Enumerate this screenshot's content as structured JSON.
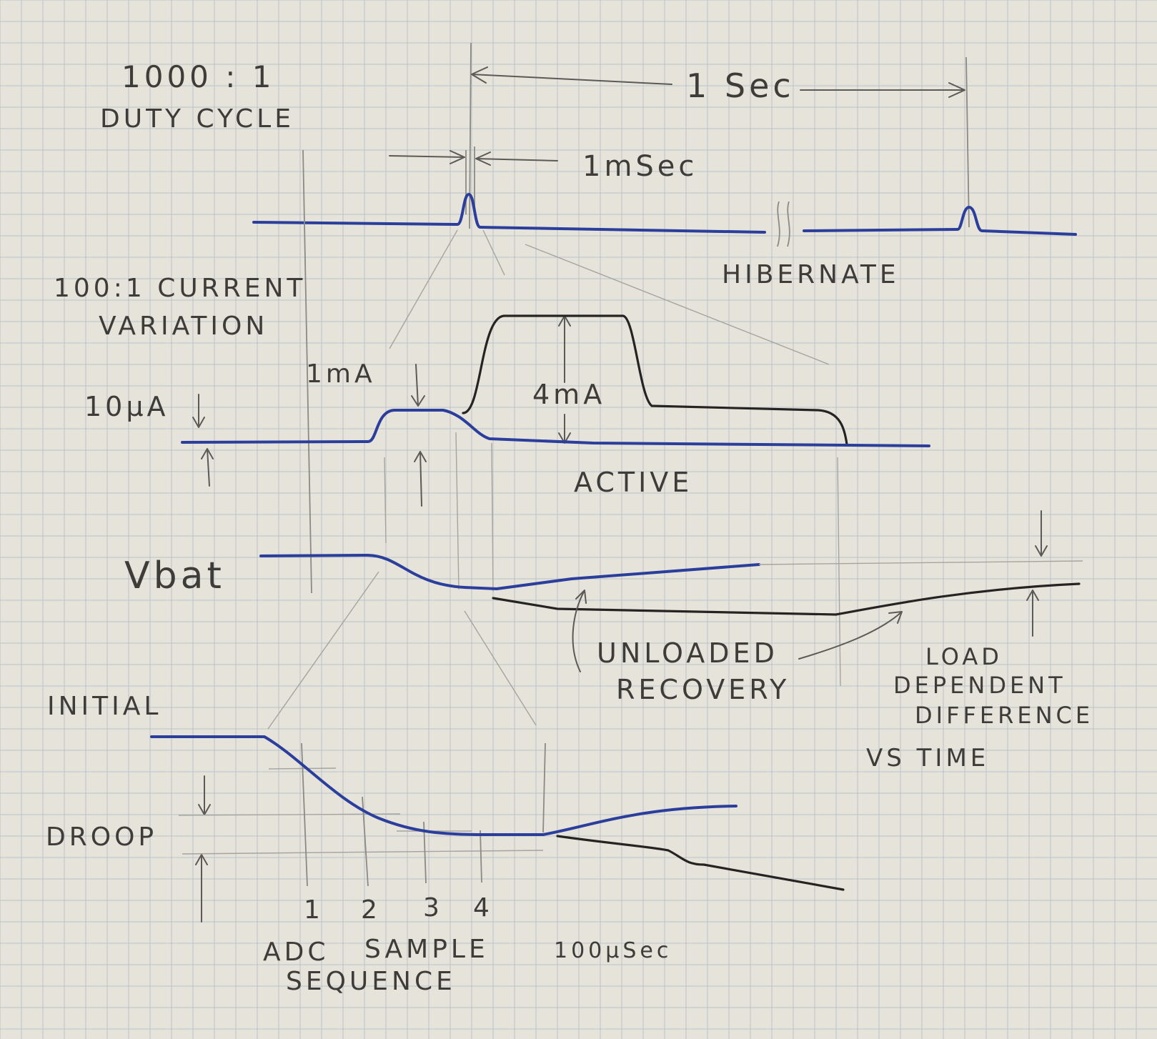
{
  "labels": {
    "ratio": "1000 : 1",
    "duty_cycle": "DUTY CYCLE",
    "one_sec": "1 Sec",
    "one_msec": "1mSec",
    "hibernate": "HIBERNATE",
    "current_variation_1": "100:1 CURRENT",
    "current_variation_2": "VARIATION",
    "one_ma": "1mA",
    "ten_ua": "10μA",
    "four_ma": "4mA",
    "active": "ACTIVE",
    "vbat": "Vbat",
    "unloaded": "UNLOADED",
    "recovery": "RECOVERY",
    "load": "LOAD",
    "dependent": "DEPENDENT",
    "difference": "DIFFERENCE",
    "vs_time": "VS TIME",
    "initial": "INITIAL",
    "droop": "DROOP",
    "sample_1": "1",
    "sample_2": "2",
    "sample_3": "3",
    "sample_4": "4",
    "adc": "ADC",
    "sample": "SAMPLE",
    "sequence": "SEQUENCE",
    "hundred_usec": "100μSec"
  },
  "colors": {
    "paper": "#e6e3db",
    "grid": "#b9c3c9",
    "blue_ink": "#2b3e9c",
    "black_ink": "#262422",
    "pencil": "#8b8a86"
  }
}
